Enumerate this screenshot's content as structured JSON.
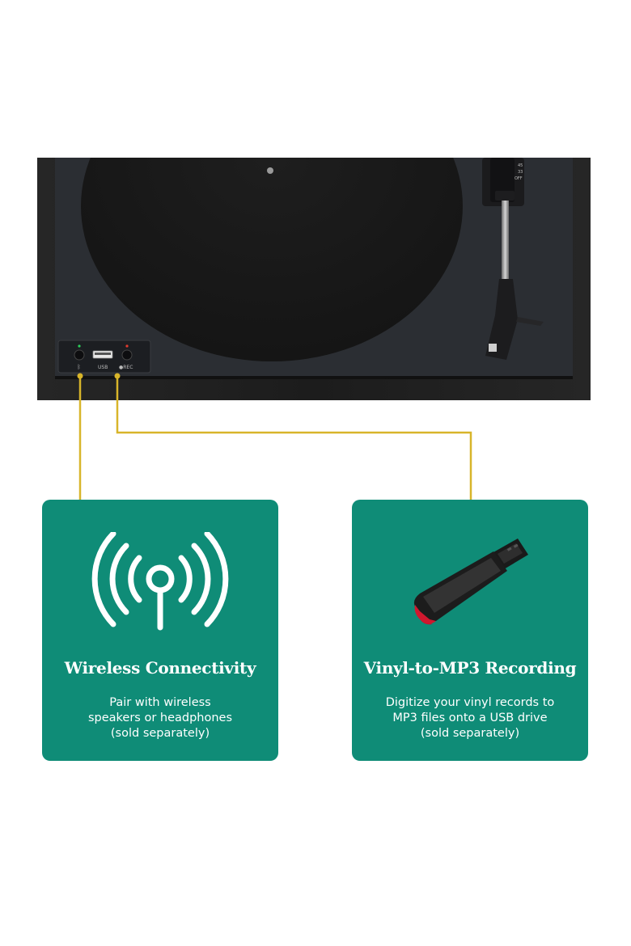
{
  "turntable": {
    "speed_labels": [
      "45",
      "33",
      "OFF"
    ],
    "panel_labels": {
      "usb": "USB",
      "rec": "●REC"
    }
  },
  "colors": {
    "card_background": "#0f8c77",
    "connector_line": "#d8b52a",
    "card_text": "#ffffff"
  },
  "cards": [
    {
      "title": "Wireless Connectivity",
      "description_lines": [
        "Pair with wireless",
        "speakers or headphones",
        "(sold separately)"
      ],
      "icon": "wireless-signal-icon"
    },
    {
      "title": "Vinyl-to-MP3 Recording",
      "description_lines": [
        "Digitize your vinyl records to",
        "MP3 files onto a USB drive",
        "(sold separately)"
      ],
      "icon": "usb-flash-drive-icon"
    }
  ]
}
